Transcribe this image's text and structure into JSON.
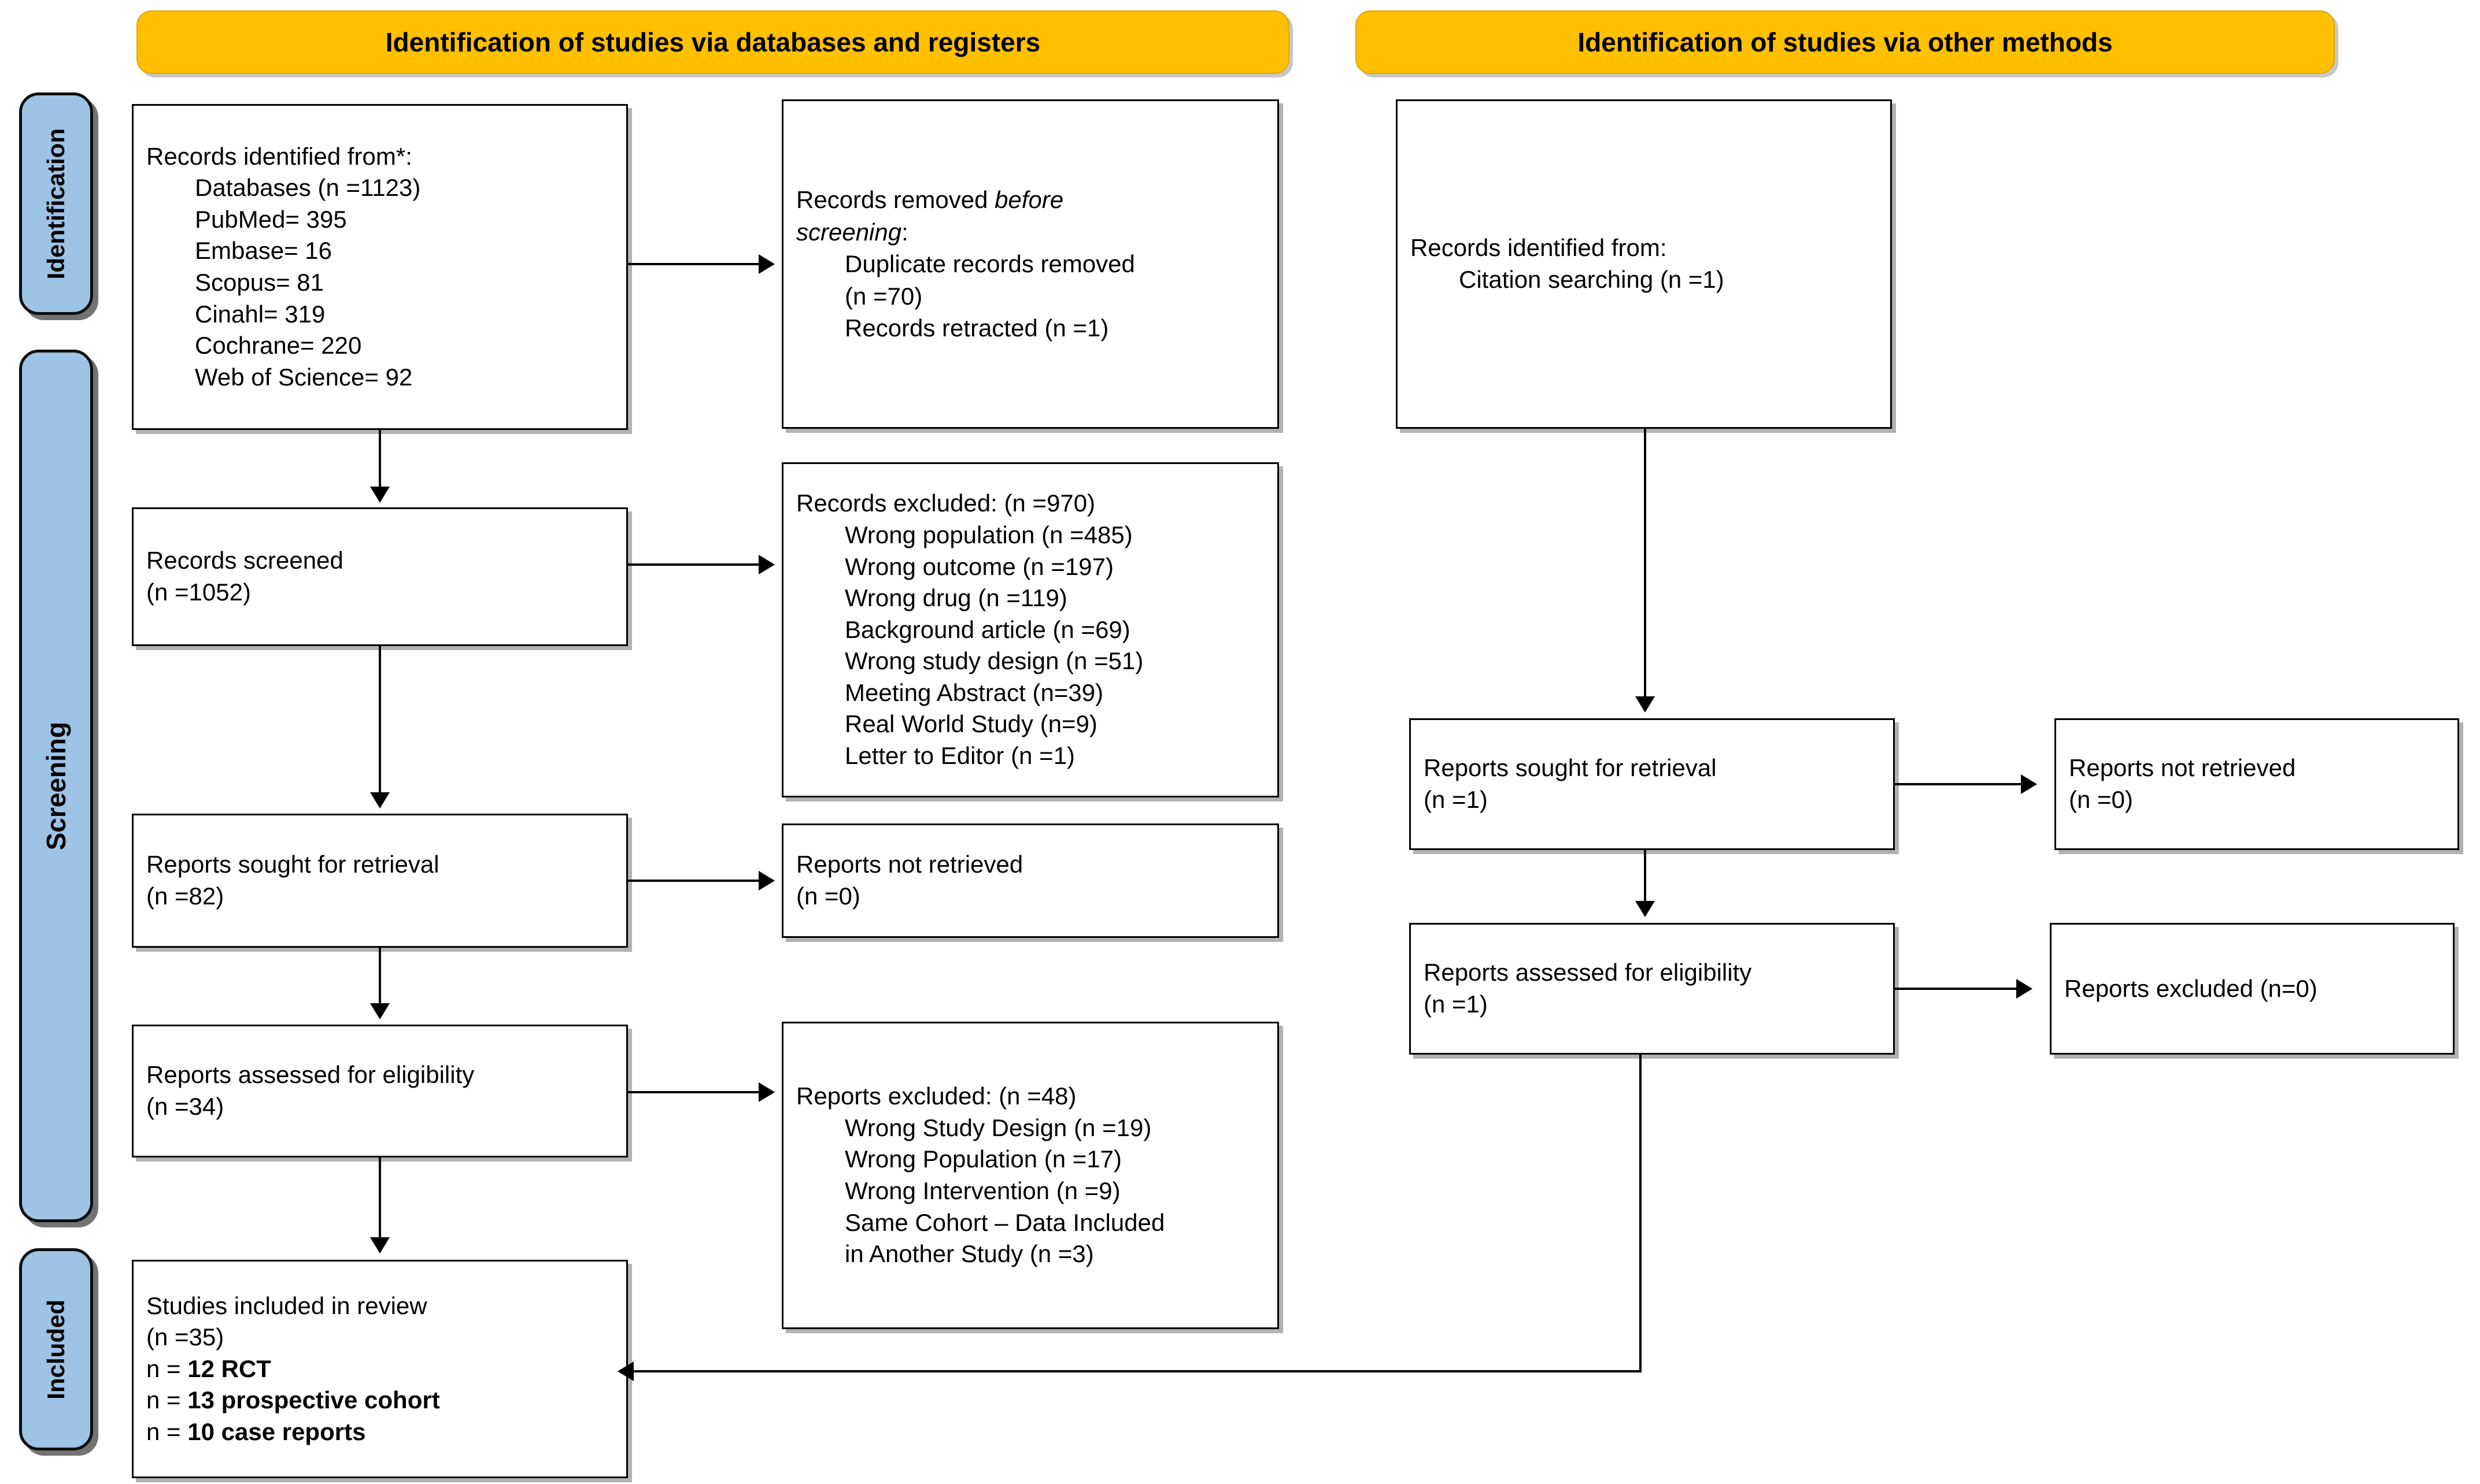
{
  "diagram": {
    "type": "prisma-flow-diagram",
    "colors": {
      "phase_header_fill": "#FFC000",
      "stage_label_fill": "#9DC3E6",
      "box_fill": "#FFFFFF",
      "line": "#000000"
    }
  },
  "phase_headers": {
    "databases": "Identification of studies via databases and registers",
    "other_methods": "Identification of studies via other methods"
  },
  "stage_labels": {
    "identification": "Identification",
    "screening": "Screening",
    "included": "Included"
  },
  "left_column": {
    "records_identified": {
      "title": "Records identified from*:",
      "lines": [
        "Databases (n =1123)",
        "PubMed= 395",
        "Embase= 16",
        "Scopus= 81",
        "Cinahl= 319",
        "Cochrane= 220",
        "Web of Science= 92"
      ]
    },
    "records_removed": {
      "title_a": "Records removed ",
      "title_italic_a": "before",
      "title_italic_b": "screening",
      "title_b": ":",
      "lines": [
        "Duplicate records removed",
        "(n =70)",
        "Records retracted (n =1)"
      ]
    },
    "records_screened": {
      "lines": [
        "Records screened",
        "(n =1052)"
      ]
    },
    "records_excluded": {
      "title": "Records excluded: (n =970)",
      "lines": [
        "Wrong population (n =485)",
        "Wrong outcome (n =197)",
        "Wrong drug (n =119)",
        "Background article (n =69)",
        "Wrong study design (n =51)",
        "Meeting Abstract (n=39)",
        "Real World Study (n=9)",
        "Letter to Editor (n =1)"
      ]
    },
    "reports_sought": {
      "lines": [
        "Reports sought for retrieval",
        "(n =82)"
      ]
    },
    "reports_not_retrieved": {
      "lines": [
        "Reports not retrieved",
        "(n =0)"
      ]
    },
    "reports_assessed": {
      "lines": [
        "Reports assessed for eligibility",
        "(n =34)"
      ]
    },
    "reports_excluded": {
      "title": "Reports excluded: (n =48)",
      "lines": [
        "Wrong Study Design (n =19)",
        "Wrong Population (n =17)",
        "Wrong Intervention (n =9)",
        "Same Cohort – Data Included",
        "in Another Study (n =3)"
      ]
    },
    "studies_included": {
      "line1": "Studies included in review",
      "line2": "(n =35)",
      "line3_prefix": "n = ",
      "line3_bold": "12 RCT",
      "line4_prefix": "n = ",
      "line4_bold": "13 prospective cohort",
      "line5_prefix": "n = ",
      "line5_bold": "10 case reports"
    }
  },
  "right_column": {
    "records_identified": {
      "title": "Records identified from:",
      "lines": [
        "Citation searching (n =1)"
      ]
    },
    "reports_sought": {
      "lines": [
        "Reports sought for retrieval",
        "(n =1)"
      ]
    },
    "reports_not_retrieved": {
      "lines": [
        "Reports not retrieved",
        "(n =0)"
      ]
    },
    "reports_assessed": {
      "lines": [
        "Reports assessed for eligibility",
        "(n =1)"
      ]
    },
    "reports_excluded": {
      "lines": [
        "Reports excluded (n=0)"
      ]
    }
  }
}
